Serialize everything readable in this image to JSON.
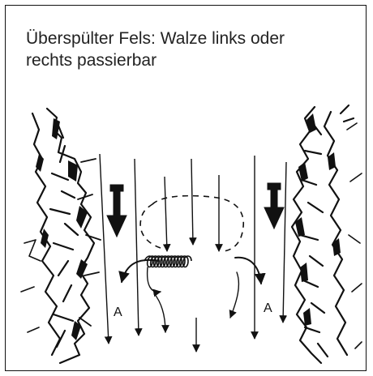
{
  "caption": "Überspülter Fels: Walze links oder\nrechts passierbar",
  "labels": {
    "left_a": "A",
    "right_a": "A"
  },
  "colors": {
    "ink": "#111111",
    "background": "#ffffff"
  }
}
